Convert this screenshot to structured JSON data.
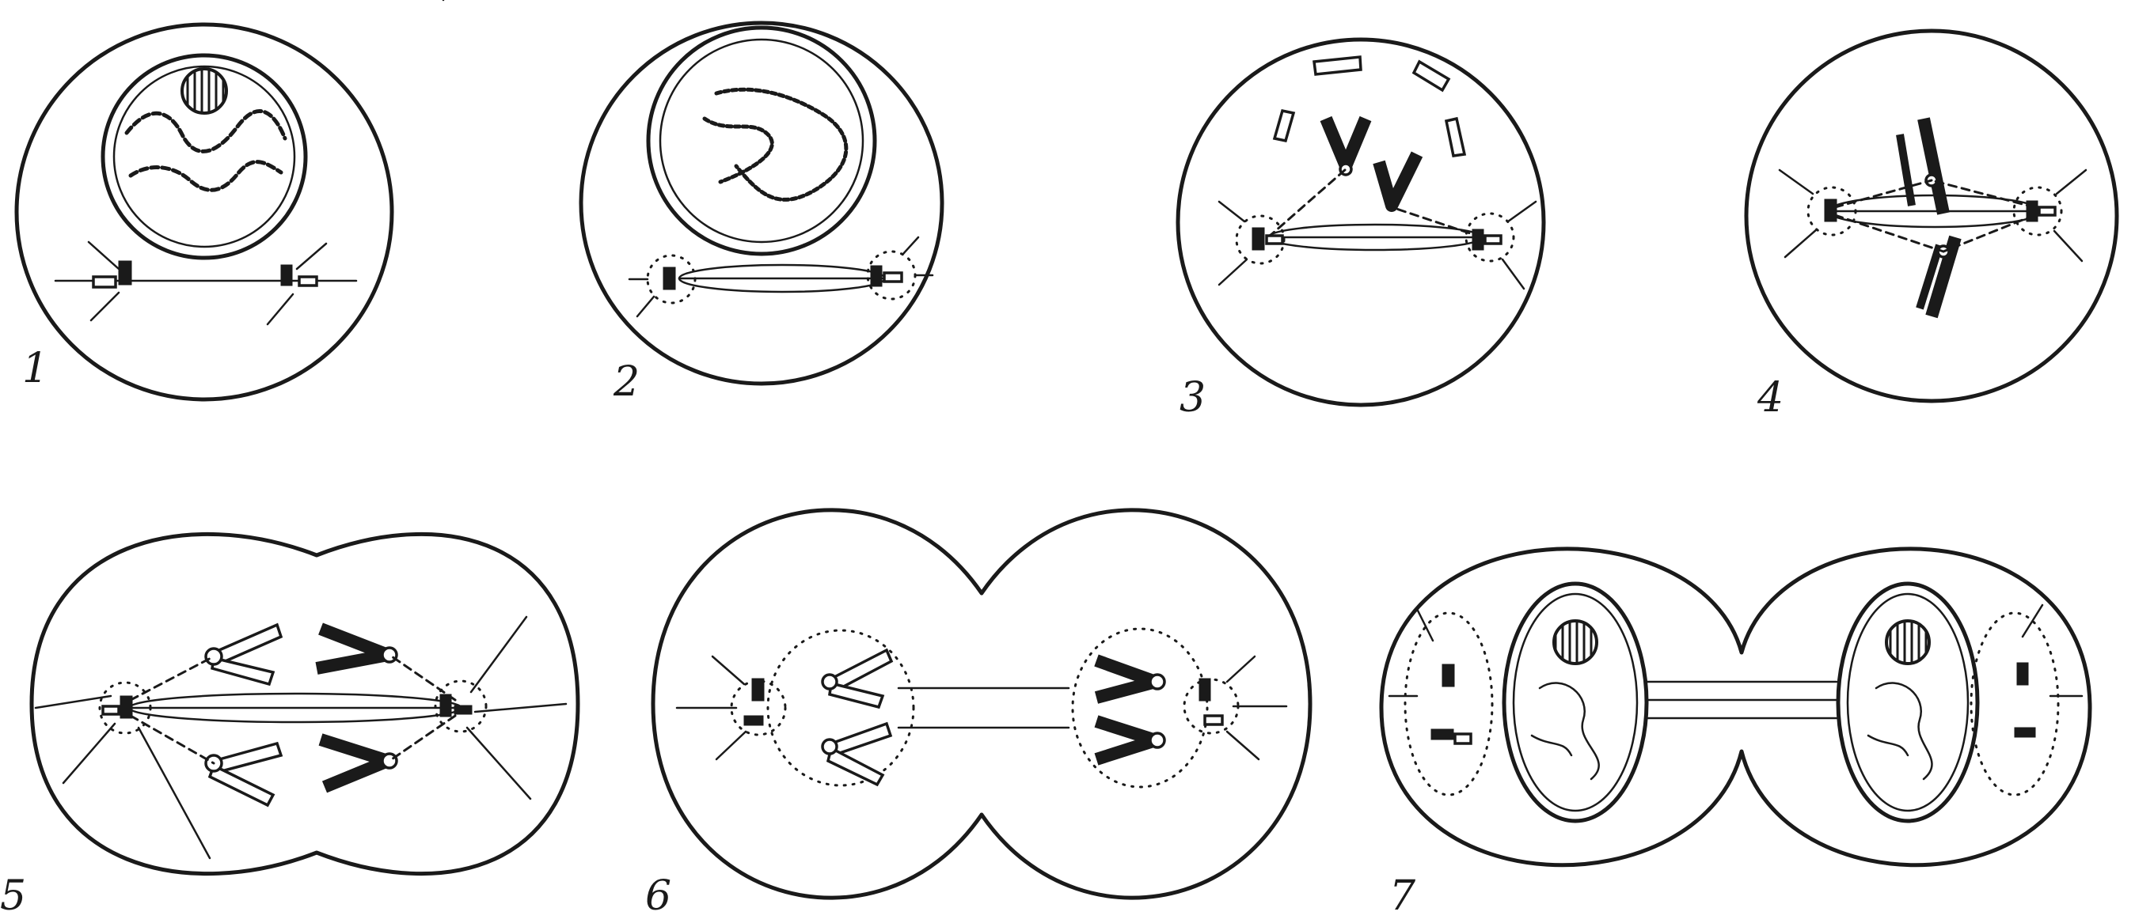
{
  "panel_labels": [
    "1",
    "2",
    "3",
    "4",
    "5",
    "6",
    "7"
  ]
}
